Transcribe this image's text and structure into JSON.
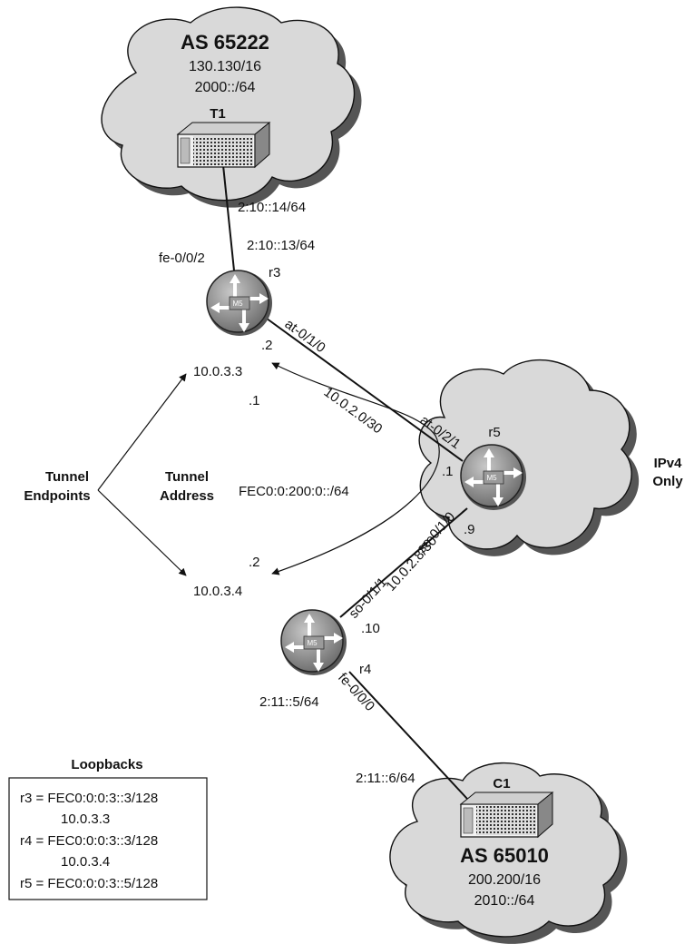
{
  "t1_cloud": {
    "as": "AS 65222",
    "ipv4": "130.130/16",
    "ipv6": "2000::/64",
    "router": "T1"
  },
  "c1_cloud": {
    "as": "AS 65010",
    "ipv4": "200.200/16",
    "ipv6": "2010::/64",
    "router": "C1"
  },
  "r5_cloud": {
    "label_line1": "IPv4",
    "label_line2": "Only"
  },
  "routers": {
    "r3": "r3",
    "r4": "r4",
    "r5": "r5",
    "model": "M5"
  },
  "links": {
    "t1_r3_t1side": "2:10::14/64",
    "t1_r3_r3side": "2:10::13/64",
    "r3_fe": "fe-0/0/2",
    "r3_at": "at-0/1/0",
    "r3_at_host": ".2",
    "r3_r5_net": "10.0.2.0/30",
    "r5_at": "at-0/2/1",
    "r5_at_host": ".1",
    "r5_so": "so-0/1/0",
    "r5_so_host": ".9",
    "r4_r5_net": "10.0.2.8/30",
    "r4_so": "so-0/1/1",
    "r4_so_host": ".10",
    "r4_fe": "fe-0/0/0",
    "r4_c1_r4side": "2:11::5/64",
    "r4_c1_c1side": "2:11::6/64"
  },
  "tunnel": {
    "endpoints_line1": "Tunnel",
    "endpoints_line2": "Endpoints",
    "address_line1": "Tunnel",
    "address_line2": "Address",
    "endpoint_r3": "10.0.3.3",
    "endpoint_r4": "10.0.3.4",
    "host_r3": ".1",
    "host_r4": ".2",
    "prefix": "FEC0:0:200:0::/64"
  },
  "loopbacks": {
    "title": "Loopbacks",
    "lines": [
      "r3 = FEC0:0:0:3::3/128",
      "10.0.3.3",
      "r4 = FEC0:0:0:3::3/128",
      "10.0.3.4",
      "r5 = FEC0:0:0:3::5/128"
    ]
  }
}
